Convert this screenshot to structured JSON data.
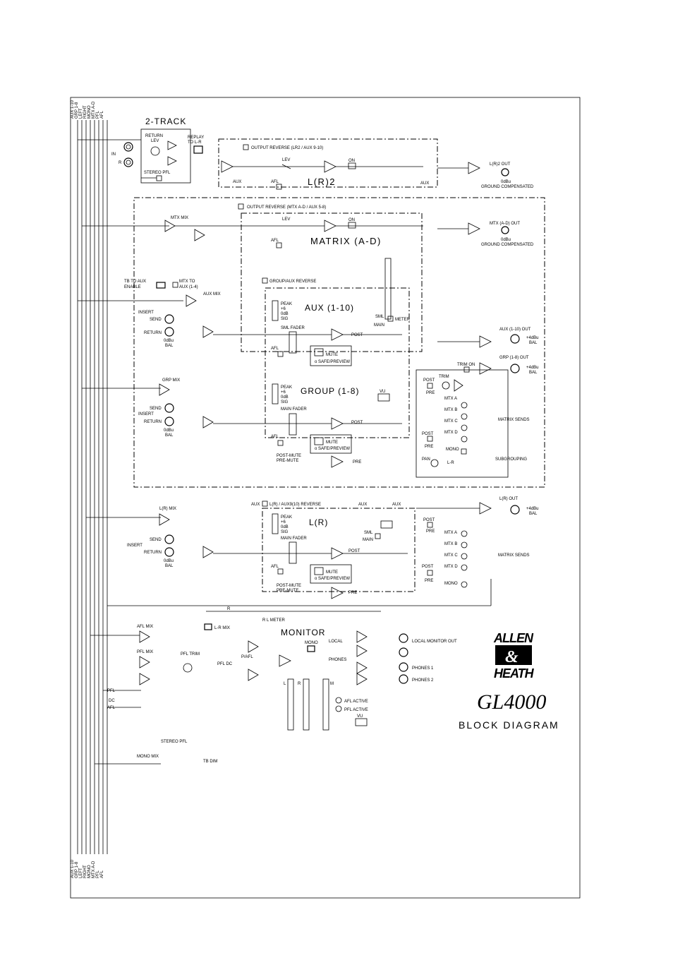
{
  "bus_labels": [
    "AUX 1-10",
    "GRP 1-8",
    "LEFT",
    "RIGHT",
    "MONO",
    "MTX A-D",
    "PFL",
    "AFL"
  ],
  "sections": {
    "two_track": "2-TRACK",
    "lr2": "L(R)2",
    "matrix": "MATRIX (A-D)",
    "aux": "AUX (1-10)",
    "group": "GROUP (1-8)",
    "lr": "L(R)",
    "monitor": "MONITOR"
  },
  "labels": {
    "return": "RETURN",
    "lev": "LEV",
    "replay": "REPLAY",
    "to_lr": "TO L-R",
    "in": "IN",
    "r": "R",
    "stereo_pfl": "STEREO PFL",
    "output_reverse_lr2": "OUTPUT REVERSE (LR2 / AUX 9-10)",
    "on": "ON",
    "aux": "AUX",
    "afl": "AFL",
    "lr2_out": "L(R)2 OUT",
    "odbu": "0dBu",
    "ground_comp": "GROUND COMPENSATED",
    "output_reverse_mtx": "OUTPUT REVERSE (MTX A-D / AUX 5-8)",
    "mtx_mix": "MTX MIX",
    "mtx_out": "MTX (A-D) OUT",
    "tb_to_aux": "TB TO AUX",
    "enable": "ENABLE",
    "mtx_to": "MTX TO",
    "aux_1_4": "AUX (1-4)",
    "group_aux_reverse": "GROUP/AUX REVERSE",
    "aux_mix": "AUX MIX",
    "insert": "INSERT",
    "send": "SEND",
    "bal": "BAL",
    "peak": "PEAK",
    "plus6": "+6",
    "zero_db": "0dB",
    "sig": "SIG",
    "sml_fader": "SML FADER",
    "sml": "SML",
    "main": "MAIN",
    "meter": "METER",
    "post": "POST",
    "pre": "PRE",
    "mute": "MUTE",
    "safe_preview": "o SAFE/PREVIEW",
    "aux_out": "AUX (1-10) OUT",
    "plus4dbu": "+4dBu",
    "trim": "TRIM",
    "trim_on": "TRIM ON",
    "grp_out": "GRP (1-8) OUT",
    "grp_mix": "GRP MIX",
    "main_fader": "MAIN FADER",
    "vu": "VU",
    "mtx_a": "MTX A",
    "mtx_b": "MTX B",
    "mtx_c": "MTX C",
    "mtx_d": "MTX D",
    "matrix_sends": "MATRIX SENDS",
    "mono": "MONO",
    "subgrouping": "SUBGROUPING",
    "pan": "PAN",
    "l_r": "L-R",
    "post_mute": "POST-MUTE",
    "pre_mute": "PRE-MUTE",
    "lr_reverse": "L(R) / AUX9(10) REVERSE",
    "lr_mix": "L(R) MIX",
    "lr_out": "L(R) OUT",
    "l": "L",
    "lr_meter": "R L METER",
    "l_r_mix": "L-R MIX",
    "afl_mix": "AFL MIX",
    "pfl_mix": "PFL MIX",
    "pfl_trim": "PFL TRIM",
    "local": "LOCAL",
    "phones": "PHONES",
    "local_monitor_out": "LOCAL MONITOR OUT",
    "phones_1": "PHONES 1",
    "phones_2": "PHONES 2",
    "afl_active": "AFL ACTIVE",
    "pfl_active": "PFL ACTIVE",
    "pfl": "PFL",
    "dc": "DC",
    "p_afl": "P/AFL",
    "pfl_dc": "PFL DC",
    "m": "M",
    "mono_mix": "MONO MIX",
    "tb_dim": "TB DIM"
  },
  "brand": {
    "line1": "ALLEN",
    "amp": "&",
    "line2": "HEATH",
    "model": "GL4000"
  },
  "title": "BLOCK DIAGRAM"
}
